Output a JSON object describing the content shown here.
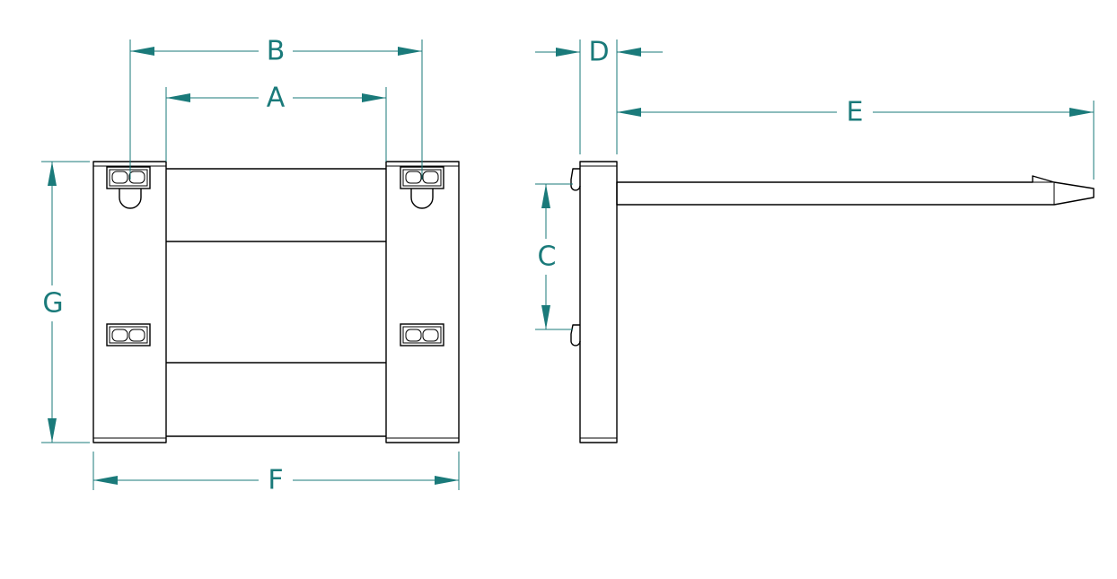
{
  "colors": {
    "dimension": "#1a7a7a",
    "line": "#000000",
    "background": "#ffffff"
  },
  "labels": {
    "a": "A",
    "b": "B",
    "c": "C",
    "d": "D",
    "e": "E",
    "f": "F",
    "g": "G"
  }
}
